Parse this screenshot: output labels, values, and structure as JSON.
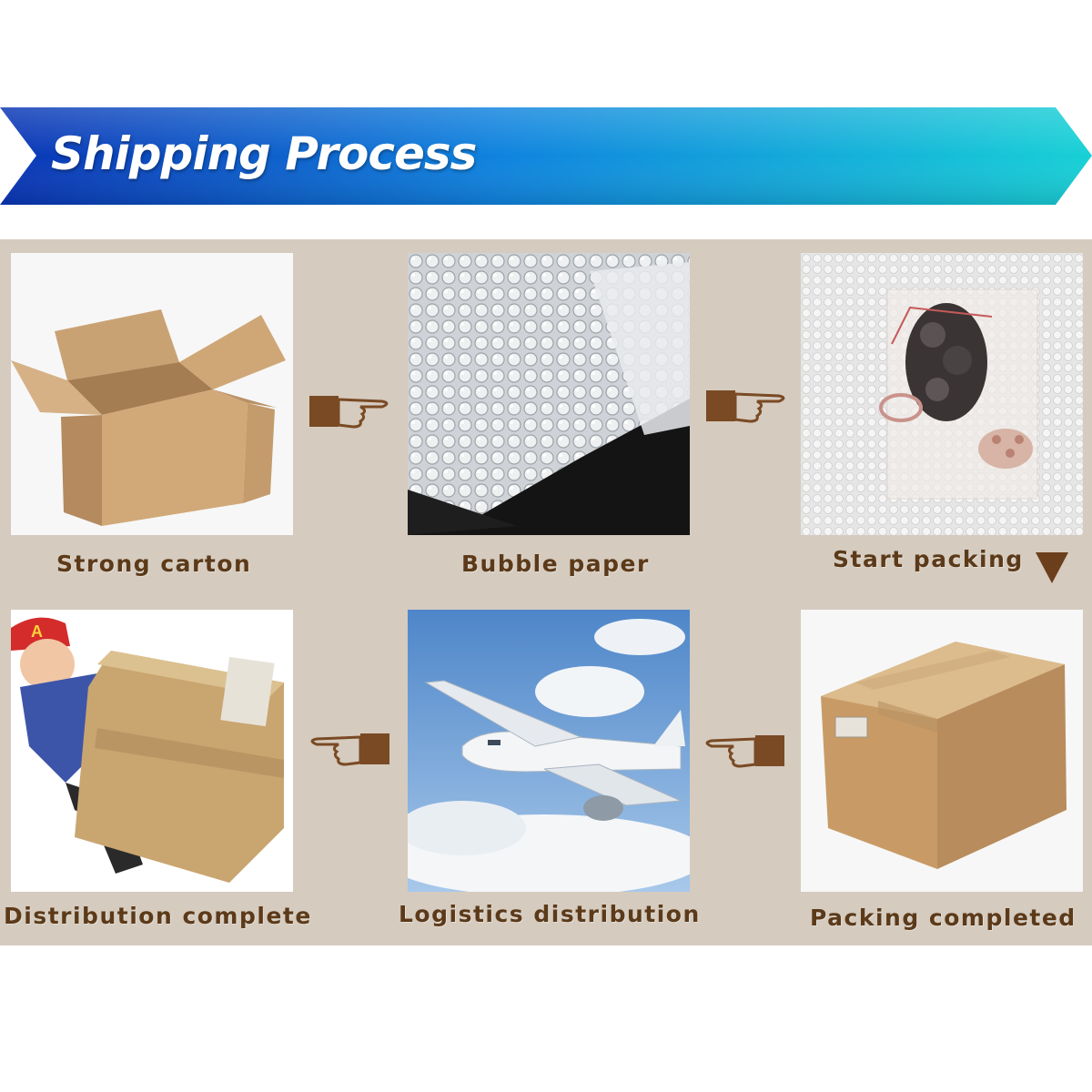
{
  "header": {
    "title": "Shipping Process"
  },
  "steps": [
    {
      "label": "Strong carton",
      "image": "open-cardboard-box"
    },
    {
      "label": "Bubble paper",
      "image": "bubble-wrap-roll"
    },
    {
      "label": "Start packing",
      "image": "jewelry-in-bubble-wrap"
    },
    {
      "label": "Packing completed",
      "image": "sealed-cardboard-box"
    },
    {
      "label": "Logistics distribution",
      "image": "airplane-in-sky"
    },
    {
      "label": "Distribution complete",
      "image": "delivery-man-with-box"
    }
  ],
  "colors": {
    "banner_start": "#0d3fc2",
    "banner_end": "#14c6d6",
    "panel": "#d5cbbf",
    "caption": "#5c3a19",
    "arrow": "#7a4a24"
  },
  "icons": [
    "pointing-hand-right-icon",
    "pointing-hand-left-icon",
    "down-triangle-icon"
  ]
}
